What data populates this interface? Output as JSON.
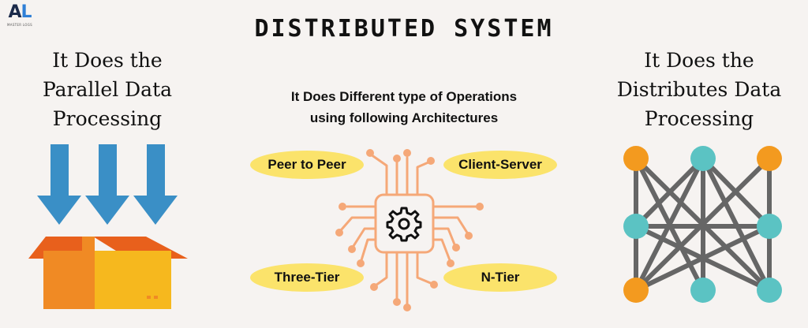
{
  "logo": {
    "letter_a": "A",
    "letter_l": "L",
    "subtitle": "MASTER LOGS"
  },
  "title": "DISTRIBUTED SYSTEM",
  "left_heading": {
    "lines": [
      "It Does the",
      "Parallel Data",
      "Processing"
    ]
  },
  "center_heading": {
    "lines": [
      "It Does Different type of Operations",
      "using following Architectures"
    ]
  },
  "right_heading": {
    "lines": [
      "It Does the",
      "Distributes Data",
      "Processing"
    ]
  },
  "architectures": [
    {
      "label": "Peer to Peer"
    },
    {
      "label": "Client-Server"
    },
    {
      "label": "Three-Tier"
    },
    {
      "label": "N-Tier"
    }
  ],
  "colors": {
    "background": "#f6f3f1",
    "arrow_blue": "#3a8fc6",
    "box_orange": "#f08a24",
    "box_yellow": "#f6b81e",
    "box_lid_dark": "#e8601c",
    "pill_yellow": "#fbe36b",
    "circuit_orange": "#f5a878",
    "node_orange": "#f39a1f",
    "node_teal": "#5bc3c3",
    "edge_gray": "#666666"
  },
  "icons": [
    "down-arrow-icon",
    "box-icon",
    "processor-chip-icon",
    "gear-icon",
    "network-graph-icon"
  ]
}
